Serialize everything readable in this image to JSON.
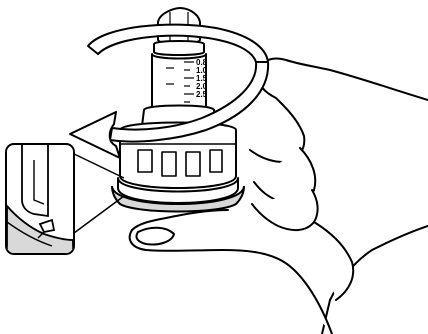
{
  "figure": {
    "background_color": "#ffffff",
    "ink_color": "#000000",
    "shade_color": "#d9d9d9",
    "arrow_fill_color": "#ffffff",
    "graduations": [
      "0.8",
      "1.0",
      "1.5",
      "2.0",
      "2.5"
    ],
    "parts": {
      "pen_cap": "hexagonal-cap",
      "dose_window": "graduated-barrel",
      "threaded_collar": "knurled-collar",
      "rubber_seal": "sealing-ring",
      "detail_inset": "magnified-seal-detail",
      "gesture": "hand-twisting",
      "motion": "rotation-arrow"
    }
  }
}
